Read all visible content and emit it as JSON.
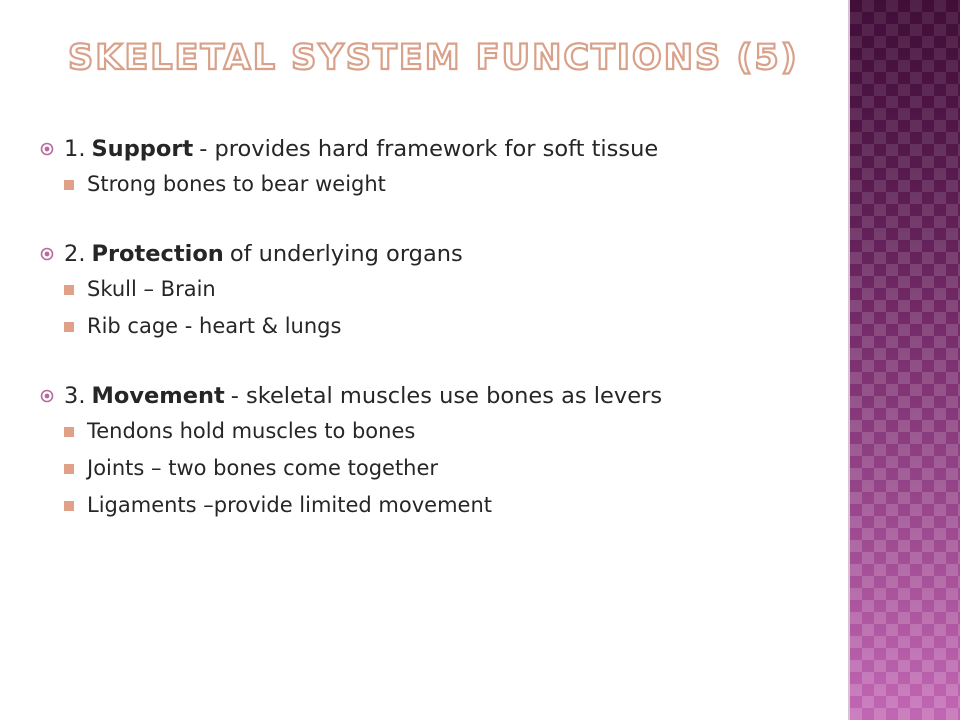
{
  "title": "Skeletal System Functions (5)",
  "colors": {
    "title_fill": "#ffffff",
    "title_outline": "#d9a18a",
    "main_bullet": "#b86a9e",
    "sub_bullet": "#e0a188",
    "side_panel": "#5a1f4f",
    "text": "#262626"
  },
  "icons": {
    "main_bullet": "circled-dot-bullet-icon",
    "sub_bullet": "square-bullet-icon"
  },
  "points": [
    {
      "number": "1.",
      "keyword": "Support",
      "rest": "- provides hard framework for soft tissue",
      "subs": [
        "Strong bones to bear weight"
      ]
    },
    {
      "number": "2.",
      "keyword": "Protection",
      "rest": "of underlying organs",
      "subs": [
        "Skull – Brain",
        "Rib cage - heart & lungs"
      ]
    },
    {
      "number": "3.",
      "keyword": "Movement",
      "rest": "- skeletal muscles use bones as levers",
      "subs": [
        "Tendons hold muscles to bones",
        "Joints – two bones come together",
        "Ligaments –provide limited movement"
      ]
    }
  ]
}
